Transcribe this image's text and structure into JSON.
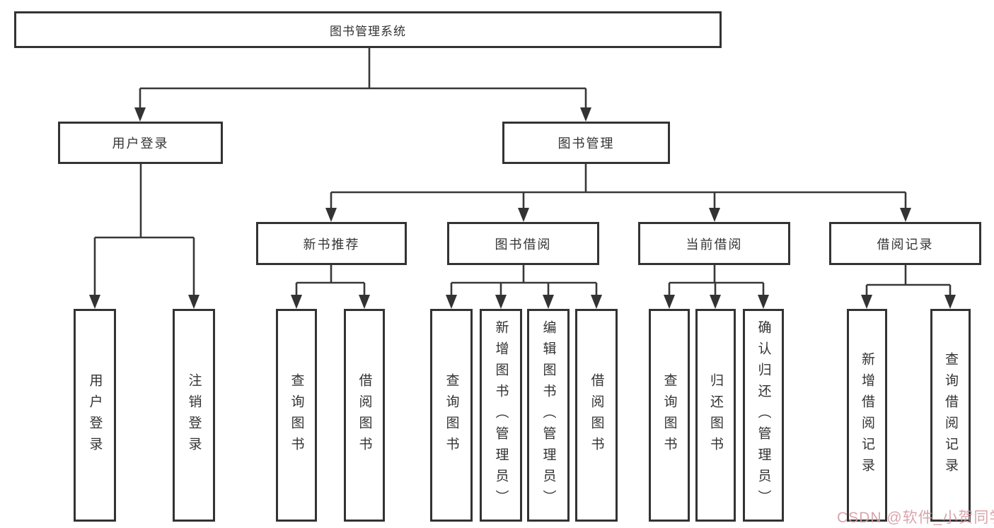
{
  "page": {
    "background": "#ffffff",
    "line_color": "#383838",
    "box_border_color": "#333333",
    "text_color": "#333333"
  },
  "tree": {
    "root": {
      "label": "图书管理系统"
    },
    "level2": [
      {
        "id": "user-login-module",
        "label": "用户登录"
      },
      {
        "id": "book-management-module",
        "label": "图书管理"
      }
    ],
    "level3": [
      {
        "id": "new-book-recommend",
        "label": "新书推荐"
      },
      {
        "id": "book-borrow",
        "label": "图书借阅"
      },
      {
        "id": "current-borrow",
        "label": "当前借阅"
      },
      {
        "id": "borrow-record",
        "label": "借阅记录"
      }
    ],
    "leaves": {
      "user_login": [
        {
          "label": "用户登录"
        },
        {
          "label": "注销登录"
        }
      ],
      "new_book_recommend": [
        {
          "label": "查询图书"
        },
        {
          "label": "借阅图书"
        }
      ],
      "book_borrow": [
        {
          "label": "查询图书"
        },
        {
          "label": "新增图书（管理员）"
        },
        {
          "label": "编辑图书（管理员）"
        },
        {
          "label": "借阅图书"
        }
      ],
      "current_borrow": [
        {
          "label": "查询图书"
        },
        {
          "label": "归还图书"
        },
        {
          "label": "确认归还（管理员）"
        }
      ],
      "borrow_record": [
        {
          "label": "新增借阅记录"
        },
        {
          "label": "查询借阅记录"
        }
      ]
    }
  },
  "watermark": {
    "text": "CSDN @软件_小贺同学",
    "color": "#d79ba3"
  }
}
